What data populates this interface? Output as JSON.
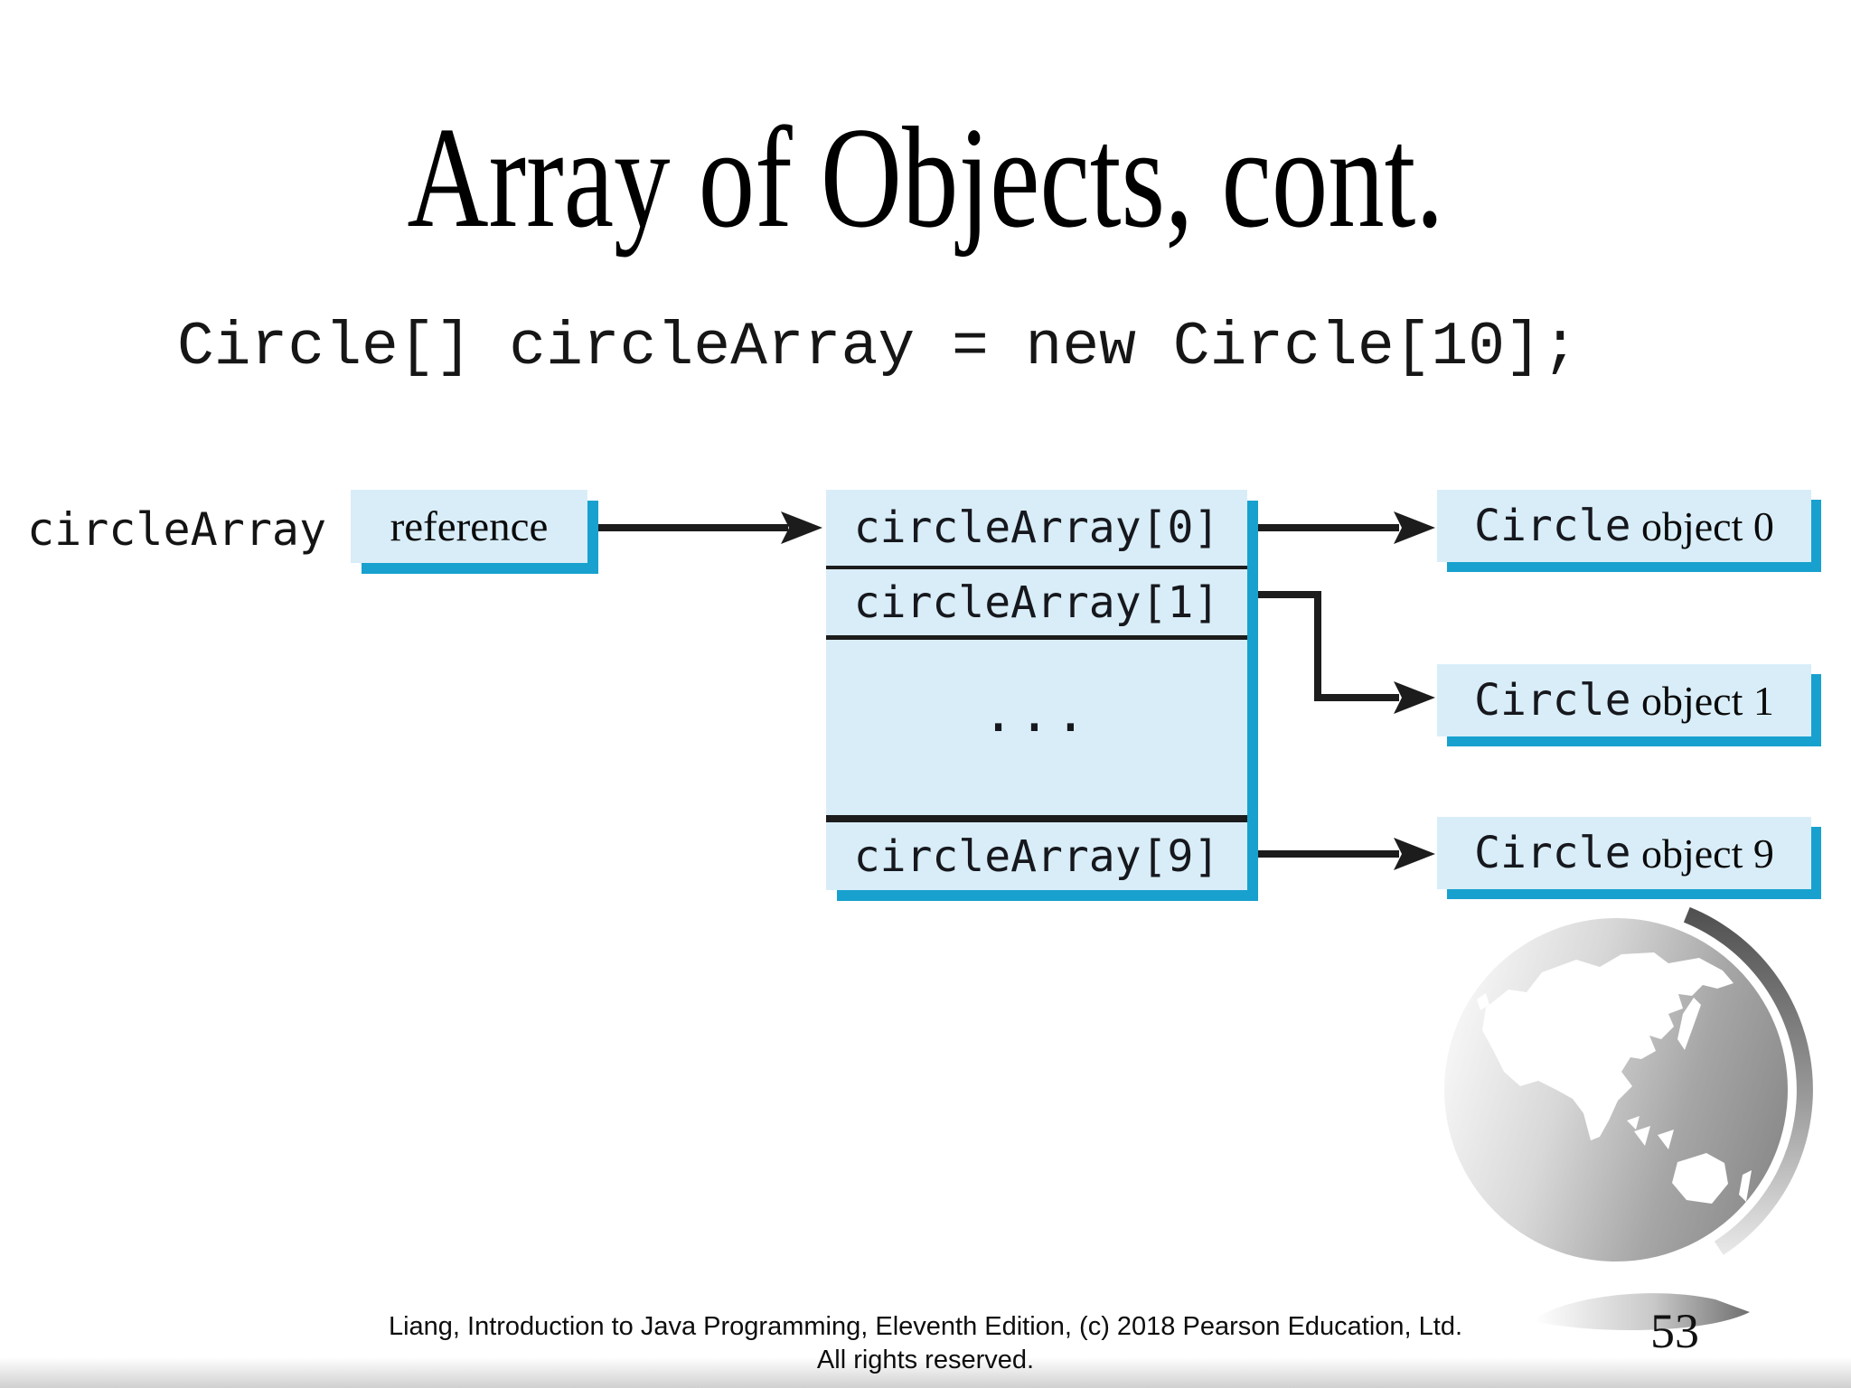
{
  "slide": {
    "title": "Array of Objects, cont.",
    "code_line": "Circle[] circleArray = new Circle[10];",
    "page_number": "53",
    "footer": {
      "line1": "Liang, Introduction to Java Programming, Eleventh Edition, (c) 2018 Pearson Education, Ltd.",
      "line2": "All rights reserved."
    }
  },
  "diagram": {
    "variable_label": "circleArray",
    "reference_box_label": "reference",
    "array_box": {
      "cell_0": "circleArray[0]",
      "cell_1": "circleArray[1]",
      "ellipsis": "...",
      "cell_9": "circleArray[9]"
    },
    "object_boxes": [
      {
        "class_name": "Circle",
        "label": " object 0"
      },
      {
        "class_name": "Circle",
        "label": " object 1"
      },
      {
        "class_name": "Circle",
        "label": " object 9"
      }
    ],
    "colors": {
      "box_fill": "#d8edf8",
      "box_shadow": "#18a1ce",
      "arrow": "#1c1c1c",
      "text": "#16181d"
    }
  }
}
